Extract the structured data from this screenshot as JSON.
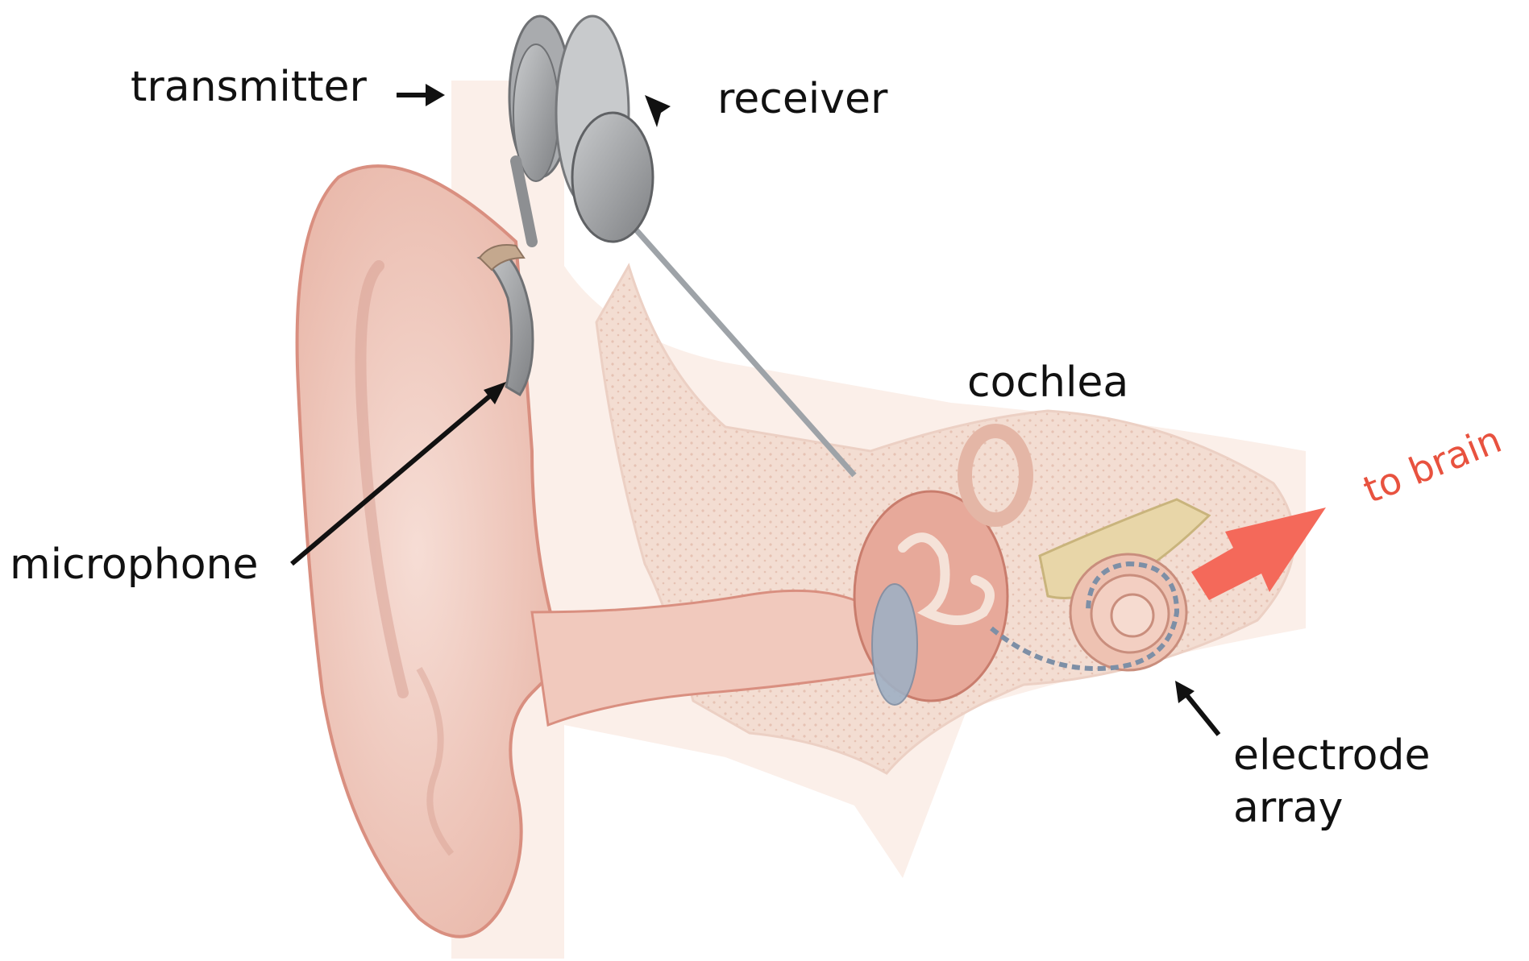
{
  "labels": {
    "transmitter": "transmitter",
    "receiver": "receiver",
    "microphone": "microphone",
    "cochlea": "cochlea",
    "electrode_array_line1": "electrode",
    "electrode_array_line2": "array",
    "to_brain": "to brain"
  },
  "colors": {
    "label_text": "#111111",
    "brain_arrow": "#f4695a",
    "brain_text": "#e8523f",
    "skin": "#efc6bb",
    "skin_edge": "#d98f80",
    "bone": "#f2dbcf",
    "device_grey": "#9a9c9f",
    "nerve": "#e8d6a8"
  }
}
